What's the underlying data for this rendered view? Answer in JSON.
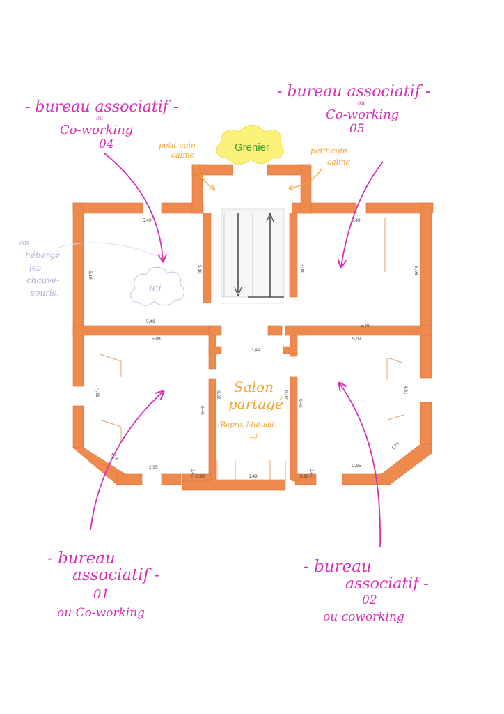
{
  "colors": {
    "wall": "#EE8A4E",
    "wall_edge": "#D9733A",
    "annotation_pink": "#D62FB8",
    "annotation_orange": "#F0A533",
    "annotation_lavender": "#B8A9DC",
    "grenier_cloud": "#FBF27A",
    "grenier_text": "#2E9B2E"
  },
  "grenier": "Grenier",
  "labels": {
    "top_left": {
      "title": "- bureau associatif -",
      "or": "ou",
      "sub": "Co-working",
      "num": "04"
    },
    "top_right": {
      "title": "- bureau associatif -",
      "or": "ou",
      "sub": "Co-working",
      "num": "05"
    },
    "bottom_left": {
      "line1": "- bureau",
      "line2": "associatif -",
      "num": "01",
      "sub": "ou Co-working"
    },
    "bottom_right": {
      "line1": "- bureau",
      "line2": "associatif -",
      "num": "02",
      "sub": "ou coworking"
    },
    "petit_coin_left": {
      "line1": "petit coin",
      "line2": "calme"
    },
    "petit_coin_right": {
      "line1": "petit coin",
      "line2": "calme"
    },
    "salon": {
      "line1": "Salon",
      "line2": "partagé",
      "line3": "(Repro, Mutuali",
      "line4": "...)"
    },
    "ici": "ici",
    "bats": {
      "line1": "on",
      "line2": "héberge",
      "line3": "les",
      "line4": "chauve-",
      "line5": "souris."
    }
  },
  "dimensions": {
    "tl_top": "5,49",
    "tl_bottom": "5,49",
    "tl_left": "5,10",
    "tl_right": "5,10",
    "tr_top": "5,49",
    "tr_bottom": "5,49",
    "tr_left": "5,08",
    "tr_right": "5,08",
    "bl_top": "5,09",
    "bl_left": "4,81",
    "bl_right": "6,46",
    "bl_bottom": "2,95",
    "bl_corner": "1,74",
    "bl_door_a": "0,41",
    "bl_door_b": "0,90",
    "br_top": "5,09",
    "br_right": "4,81",
    "br_left": "6,46",
    "br_bottom": "2,95",
    "br_corner": "1,74",
    "br_door_a": "0,41",
    "br_door_b": "0,90",
    "center_top": "3,49",
    "center_bottom": "3,49",
    "center_left": "6,02",
    "center_right": "6,02"
  }
}
